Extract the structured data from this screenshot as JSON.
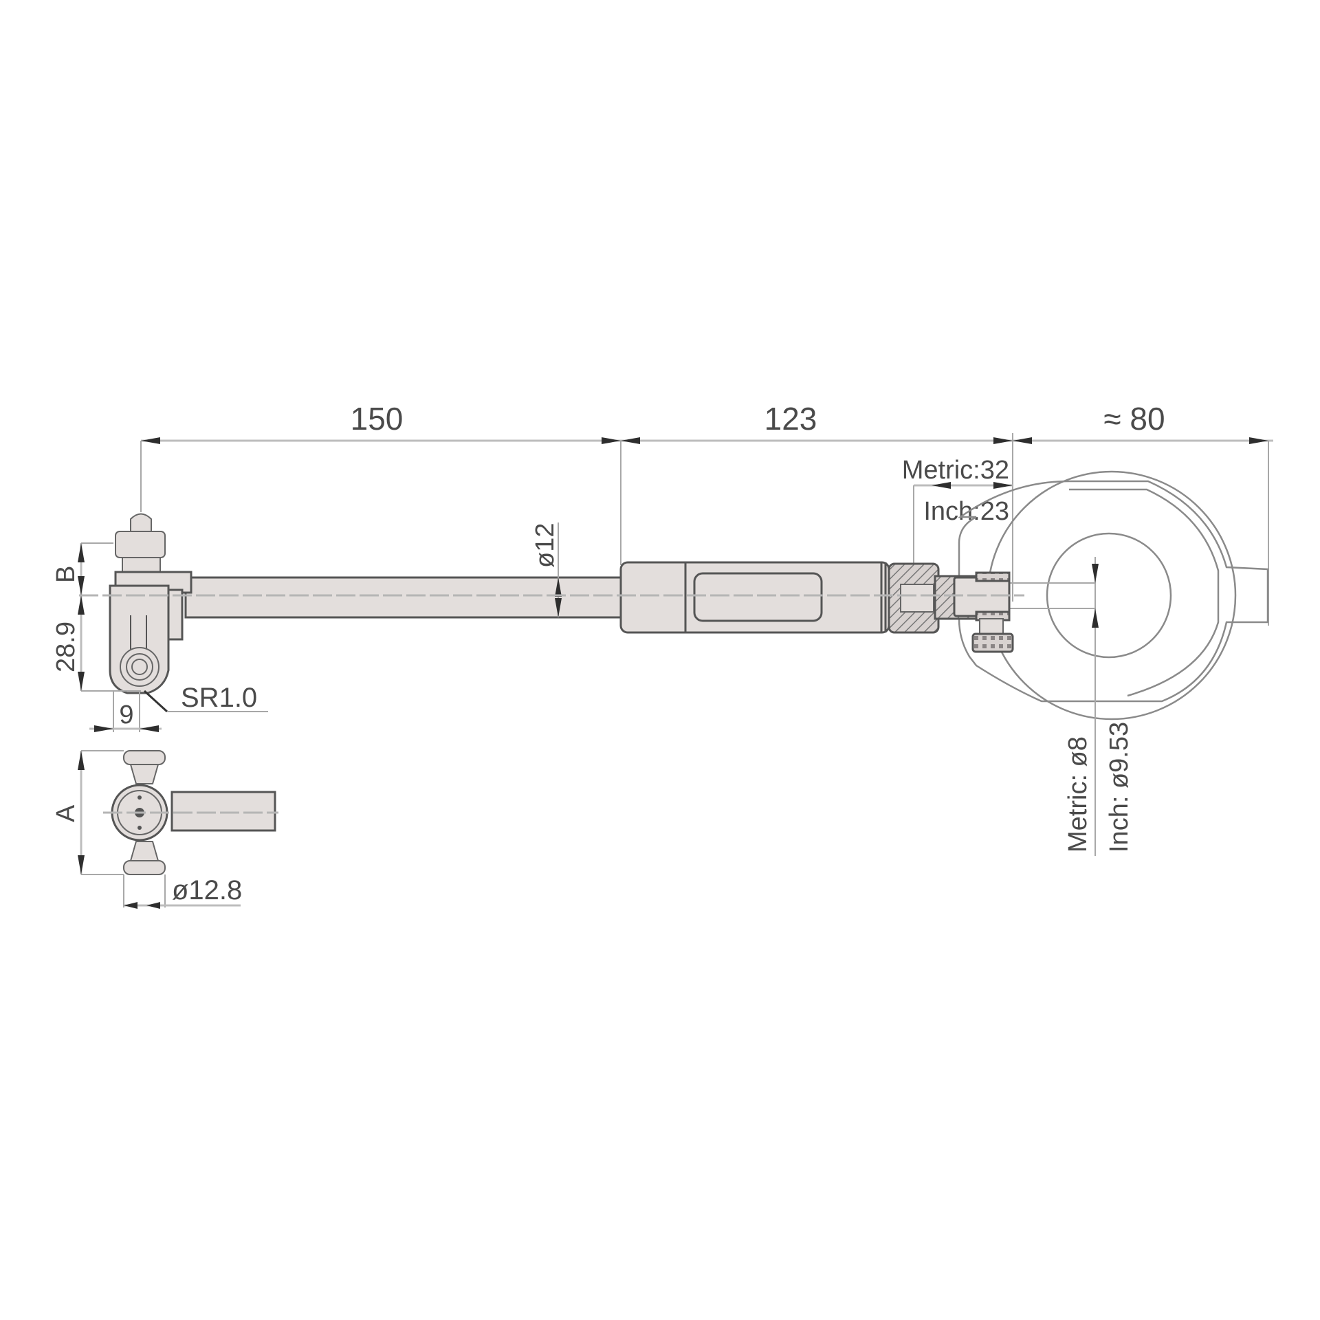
{
  "drawing": {
    "title": "Bore gauge dimensional drawing",
    "colors": {
      "part_fill": "#e3dedc",
      "part_stroke": "#555555",
      "dimension_line": "#bdbdbd",
      "text": "#4a4a4a",
      "background": "#ffffff"
    },
    "dimensions": {
      "overall_left": "150",
      "overall_middle": "123",
      "overall_right": "≈ 80",
      "shaft_diameter": "ø12",
      "metric_offset": "Metric:32",
      "inch_offset": "Inch:23",
      "height_b": "B",
      "height_289": "28.9",
      "width_9": "9",
      "contact_radius": "SR1.0",
      "range_a": "A",
      "anvil_diameter": "ø12.8",
      "stem_metric": "Metric: ø8",
      "stem_inch": "Inch: ø9.53"
    }
  }
}
